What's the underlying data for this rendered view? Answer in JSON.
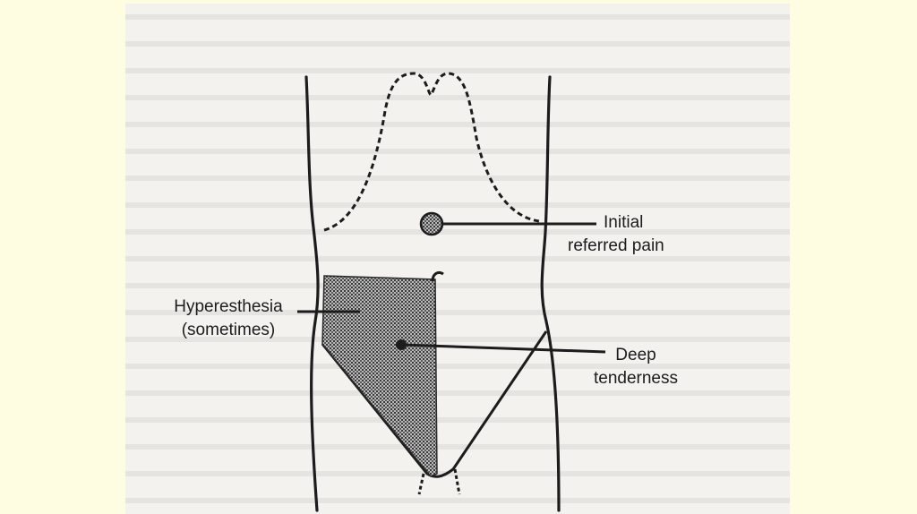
{
  "labels": {
    "initial": [
      "Initial",
      "referred pain"
    ],
    "hyper": [
      "Hyperesthesia",
      "(sometimes)"
    ],
    "deep": [
      "Deep",
      "tenderness"
    ]
  },
  "colors": {
    "slide_background": "#fffde1",
    "page_background": "#f3f2ef",
    "ink": "#1c1c1c"
  }
}
